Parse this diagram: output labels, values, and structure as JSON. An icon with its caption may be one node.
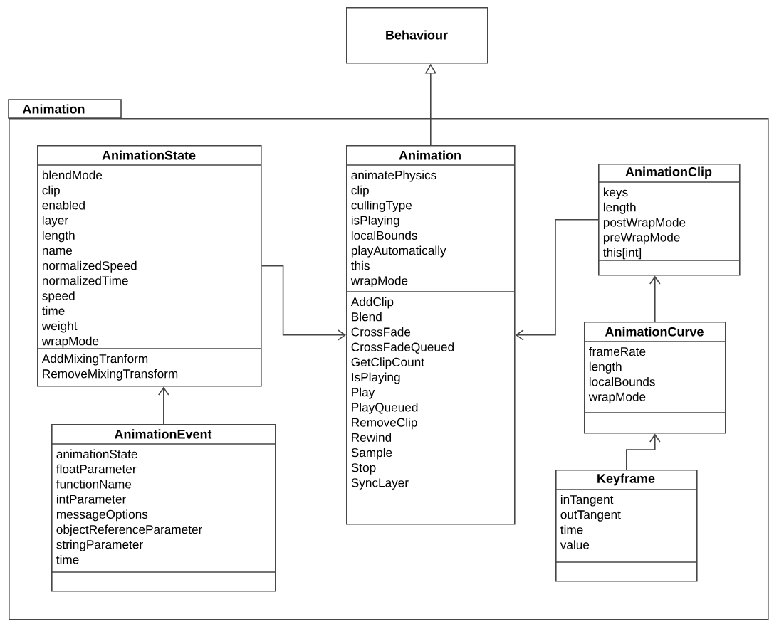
{
  "diagram": {
    "nodes": [
      {
        "text": [
          "Behaviour"
        ]
      },
      {
        "text": [
          "Animation"
        ]
      },
      {
        "text": [
          "AnimationState",
          "blendMode",
          "clip",
          "enabled",
          "layer",
          "length",
          "name",
          "normalizedSpeed",
          "normalizedTime",
          "speed",
          "time",
          "weight",
          "wrapMode",
          "AddMixingTranform",
          "RemoveMixingTransform"
        ],
        "in": 1
      },
      {
        "text": [
          "Animation",
          "animatePhysics",
          "clip",
          "cullingType",
          "isPlaying",
          "localBounds",
          "playAutomatically",
          "this",
          "wrapMode",
          "AddClip",
          "Blend",
          "CrossFade",
          "CrossFadeQueued",
          "GetClipCount",
          "IsPlaying",
          "Play",
          "PlayQueued",
          "RemoveClip",
          "Rewind",
          "Sample",
          "Stop",
          "SyncLayer"
        ],
        "in": 1
      },
      {
        "text": [
          "AnimationClip",
          "keys",
          "length",
          "postWrapMode",
          "preWrapMode",
          "this[int]"
        ],
        "in": 1
      },
      {
        "text": [
          "AnimationCurve",
          "frameRate",
          "length",
          "localBounds",
          "wrapMode"
        ],
        "in": 1
      },
      {
        "text": [
          "AnimationEvent",
          "animationState",
          "floatParameter",
          "functionName",
          "intParameter",
          "messageOptions",
          "objectReferenceParameter",
          "stringParameter",
          "time"
        ],
        "in": 1
      },
      {
        "text": [
          "Keyframe",
          "inTangent",
          "outTangent",
          "time",
          "value"
        ],
        "in": 1
      }
    ],
    "edges": [
      {
        "from": 3,
        "to": 0,
        "arrow": "to"
      },
      {
        "from": 2,
        "to": 3,
        "arrow": "to"
      },
      {
        "from": 4,
        "to": 3,
        "arrow": "to"
      },
      {
        "from": 5,
        "to": 4,
        "arrow": "to"
      },
      {
        "from": 6,
        "to": 2,
        "arrow": "to"
      },
      {
        "from": 7,
        "to": 5,
        "arrow": "to"
      }
    ]
  }
}
